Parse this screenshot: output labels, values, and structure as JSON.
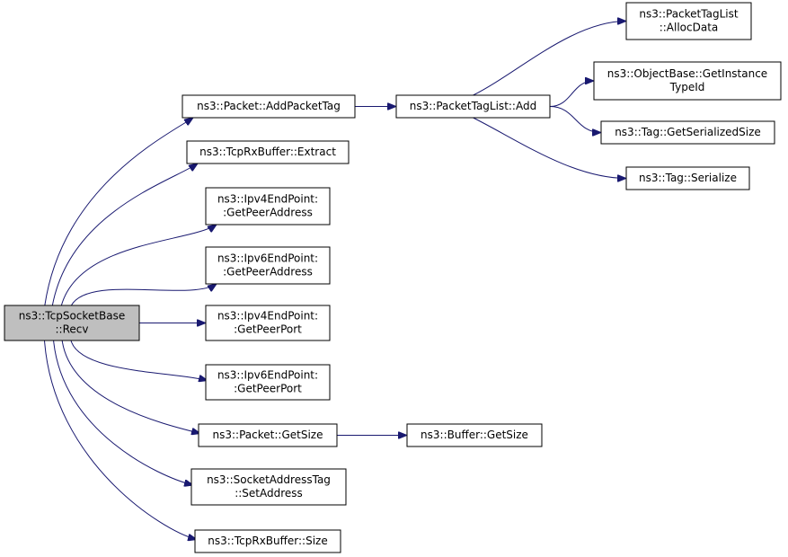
{
  "graph": {
    "edge_color": "#191970",
    "root_fill": "#bfbfbf",
    "node_fill": "#ffffff",
    "nodes": [
      {
        "id": "recv",
        "lines": [
          "ns3::TcpSocketBase",
          "::Recv"
        ],
        "root": true
      },
      {
        "id": "addpackettag",
        "lines": [
          "ns3::Packet::AddPacketTag"
        ]
      },
      {
        "id": "rxextract",
        "lines": [
          "ns3::TcpRxBuffer::Extract"
        ]
      },
      {
        "id": "ipv4peeraddr",
        "lines": [
          "ns3::Ipv4EndPoint:",
          ":GetPeerAddress"
        ]
      },
      {
        "id": "ipv6peeraddr",
        "lines": [
          "ns3::Ipv6EndPoint:",
          ":GetPeerAddress"
        ]
      },
      {
        "id": "ipv4peerport",
        "lines": [
          "ns3::Ipv4EndPoint:",
          ":GetPeerPort"
        ]
      },
      {
        "id": "ipv6peerport",
        "lines": [
          "ns3::Ipv6EndPoint:",
          ":GetPeerPort"
        ]
      },
      {
        "id": "packetgetsize",
        "lines": [
          "ns3::Packet::GetSize"
        ]
      },
      {
        "id": "setaddress",
        "lines": [
          "ns3::SocketAddressTag",
          "::SetAddress"
        ]
      },
      {
        "id": "rxsize",
        "lines": [
          "ns3::TcpRxBuffer::Size"
        ]
      },
      {
        "id": "taglistadd",
        "lines": [
          "ns3::PacketTagList::Add"
        ]
      },
      {
        "id": "bufgetsize",
        "lines": [
          "ns3::Buffer::GetSize"
        ]
      },
      {
        "id": "allocdata",
        "lines": [
          "ns3::PacketTagList",
          "::AllocData"
        ]
      },
      {
        "id": "getinstancetypeid",
        "lines": [
          "ns3::ObjectBase::GetInstance",
          "TypeId"
        ]
      },
      {
        "id": "getserializedsize",
        "lines": [
          "ns3::Tag::GetSerializedSize"
        ]
      },
      {
        "id": "serialize",
        "lines": [
          "ns3::Tag::Serialize"
        ]
      }
    ],
    "edges": [
      {
        "from": "recv",
        "to": "addpackettag"
      },
      {
        "from": "recv",
        "to": "rxextract"
      },
      {
        "from": "recv",
        "to": "ipv4peeraddr"
      },
      {
        "from": "recv",
        "to": "ipv6peeraddr"
      },
      {
        "from": "recv",
        "to": "ipv4peerport"
      },
      {
        "from": "recv",
        "to": "ipv6peerport"
      },
      {
        "from": "recv",
        "to": "packetgetsize"
      },
      {
        "from": "recv",
        "to": "setaddress"
      },
      {
        "from": "recv",
        "to": "rxsize"
      },
      {
        "from": "addpackettag",
        "to": "taglistadd"
      },
      {
        "from": "packetgetsize",
        "to": "bufgetsize"
      },
      {
        "from": "taglistadd",
        "to": "allocdata"
      },
      {
        "from": "taglistadd",
        "to": "getinstancetypeid"
      },
      {
        "from": "taglistadd",
        "to": "getserializedsize"
      },
      {
        "from": "taglistadd",
        "to": "serialize"
      }
    ]
  }
}
